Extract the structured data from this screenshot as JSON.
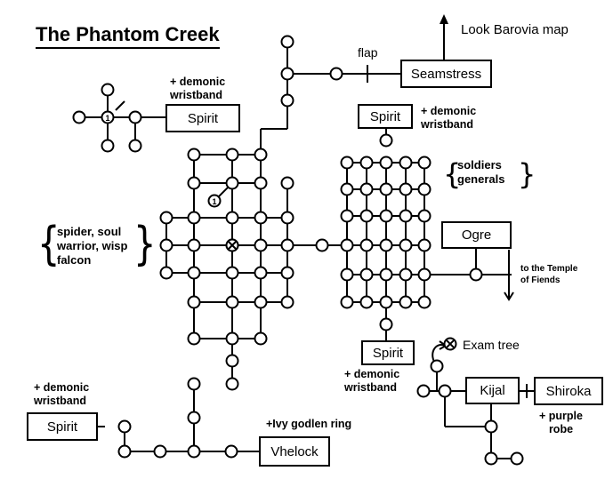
{
  "title": "The Phantom Creek",
  "links": {
    "barovia": "Look Barovia map",
    "temple_line1": "to the Temple",
    "temple_line2": "of Fiends"
  },
  "locations": {
    "seamstress": "Seamstress",
    "spirit_nw": "Spirit",
    "spirit_ne": "Spirit",
    "spirit_s": "Spirit",
    "spirit_sw": "Spirit",
    "ogre": "Ogre",
    "kijal": "Kijal",
    "shiroka": "Shiroka",
    "vhelock": "Vhelock"
  },
  "labels": {
    "flap": "flap",
    "exam_tree": "Exam tree"
  },
  "rewards": {
    "wristband_line1": "+ demonic",
    "wristband_line2": "wristband",
    "ivy_ring": "+Ivy godlen ring",
    "robe_line1": "+ purple",
    "robe_line2": "robe"
  },
  "enemies": {
    "west_line1": "spider, soul",
    "west_line2": "warrior, wisp",
    "west_line3": "falcon",
    "east_line1": "soldiers",
    "east_line2": "generals"
  },
  "markers": {
    "numbered_node": "1"
  }
}
